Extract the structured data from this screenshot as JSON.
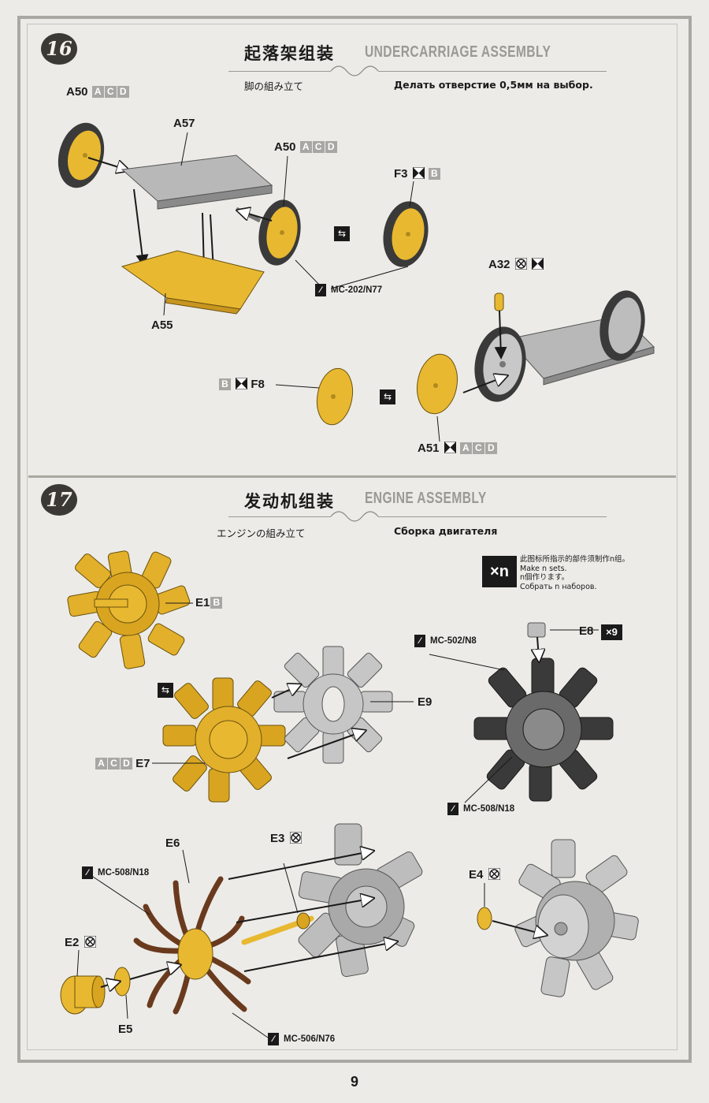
{
  "step16": {
    "number": "16",
    "title_cn": "起落架组装",
    "title_en": "UNDERCARRIAGE ASSEMBLY",
    "subtitle_jp": "脚の組み立て",
    "subtitle_ru": "Делать отверстие 0,5мм на выбор.",
    "labels": {
      "a50_top": "A50",
      "a57": "A57",
      "a50_mid": "A50",
      "f3": "F3",
      "a55": "A55",
      "a32": "A32",
      "f8": "F8",
      "a51": "A51"
    },
    "paint": "MC-202/N77"
  },
  "step17": {
    "number": "17",
    "title_cn": "发动机组装",
    "title_en": "ENGINE ASSEMBLY",
    "subtitle_jp": "エンジンの組み立て",
    "subtitle_ru": "Сборка двигателя",
    "xn": {
      "badge": "×n",
      "line1": "此图标所指示的部件须制作n组。",
      "line2": "Make n sets.",
      "line3": "n個作ります。",
      "line4": "Собрать n наборов."
    },
    "labels": {
      "e1": "E1",
      "e9": "E9",
      "e7": "E7",
      "e8": "E8",
      "e6": "E6",
      "e3": "E3",
      "e2": "E2",
      "e5": "E5",
      "e4": "E4"
    },
    "e8_count": "×9",
    "paints": {
      "mc502": "MC-502/N8",
      "mc508_a": "MC-508/N18",
      "mc508_b": "MC-508/N18",
      "mc506": "MC-506/N76"
    }
  },
  "variant_letters": [
    "A",
    "C",
    "D"
  ],
  "bad_letter": "B",
  "page_number": "9"
}
